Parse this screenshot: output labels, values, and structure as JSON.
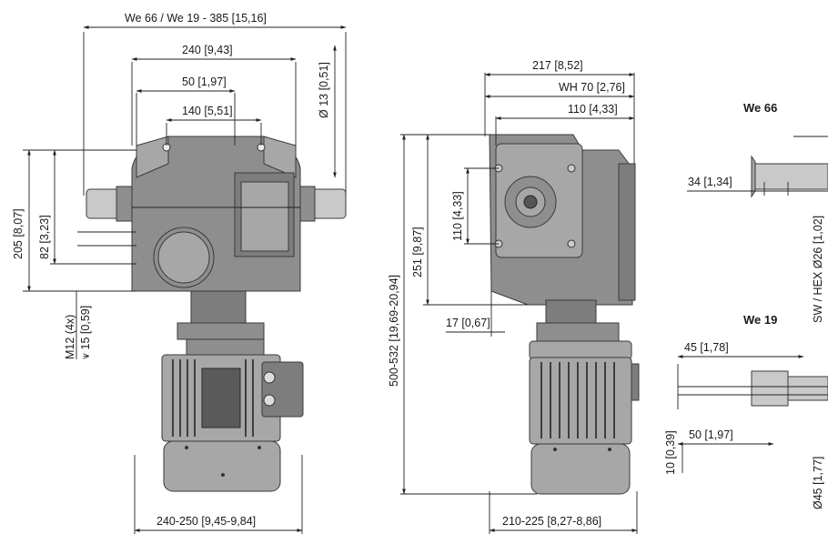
{
  "views": {
    "front": {
      "overall_width": "We 66 / We 19 - 385",
      "overall_width_in": "15,16",
      "flange_width": "240",
      "flange_width_in": "9,43",
      "bolt_spacing_a": "50",
      "bolt_spacing_a_in": "1,97",
      "bolt_spacing_b": "140",
      "bolt_spacing_b_in": "5,51",
      "bore_dia": "Ø 13",
      "bore_dia_in": "0,51",
      "height_total": "205",
      "height_total_in": "8,07",
      "height_axis": "82",
      "height_axis_in": "3,23",
      "thread_line1": "M12 (4x)",
      "thread_line2": "⩛ 15",
      "thread_line2_in": "0,59",
      "motor_width": "240-250",
      "motor_width_in": "9,45-9,84"
    },
    "side": {
      "depth": "217",
      "depth_in": "8,52",
      "wh": "WH 70",
      "wh_in": "2,76",
      "offset": "110",
      "offset_in": "4,33",
      "flange_height": "251",
      "flange_height_in": "9,87",
      "bolt_v": "110",
      "bolt_v_in": "4,33",
      "total_height": "500-532",
      "total_height_in": "19,69-20,94",
      "base_offset": "17",
      "base_offset_in": "0,67",
      "motor_depth": "210-225",
      "motor_depth_in": "8,27-8,86"
    },
    "we66": {
      "title": "We 66",
      "length": "34",
      "length_in": "1,34",
      "hex": "SW / HEX Ø26",
      "hex_in": "1,02"
    },
    "we19": {
      "title": "We 19",
      "length_a": "45",
      "length_a_in": "1,78",
      "length_b": "50",
      "length_b_in": "1,97",
      "dia_small": "10",
      "dia_small_in": "0,39",
      "dia_large": "Ø45",
      "dia_large_in": "1,77"
    }
  }
}
